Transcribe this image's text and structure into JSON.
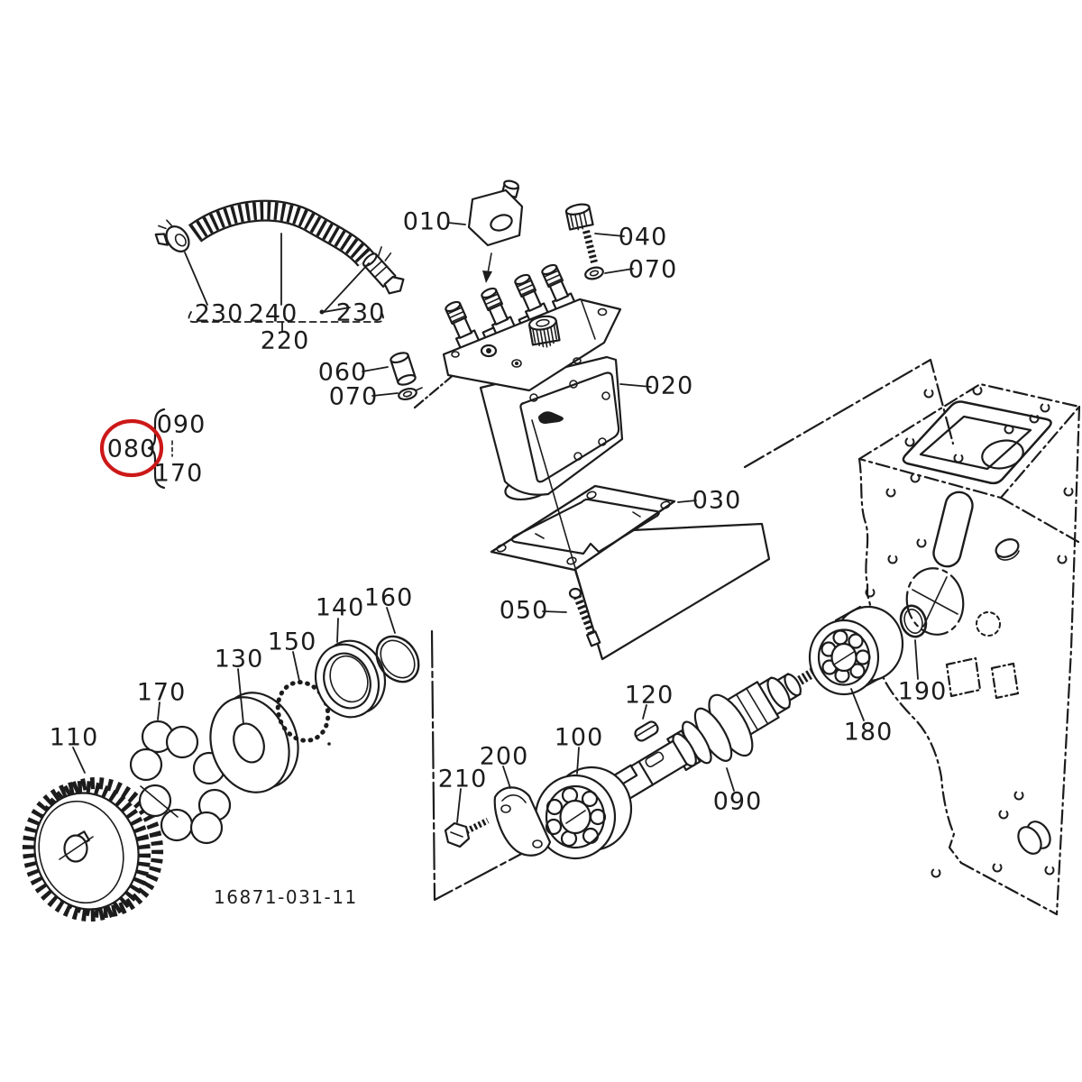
{
  "figure": {
    "drawing_number": "16871-031-11",
    "highlighted_callout": "080",
    "colors": {
      "ink": "#1c1c1c",
      "highlight_red": "#cc1818",
      "background": "#ffffff"
    },
    "callouts": {
      "c010": "010",
      "c020": "020",
      "c030": "030",
      "c040": "040",
      "c050": "050",
      "c060": "060",
      "c070_top": "070",
      "c070_side": "070",
      "c080": "080",
      "c090_bracket": "090",
      "c170_bracket": "170",
      "c090_camshaft": "090",
      "c100": "100",
      "c110": "110",
      "c120": "120",
      "c130": "130",
      "c140": "140",
      "c150": "150",
      "c160": "160",
      "c170_balls": "170",
      "c180": "180",
      "c190": "190",
      "c200": "200",
      "c210": "210",
      "c220": "220",
      "c230_left": "230",
      "c230_right": "230",
      "c240": "240"
    }
  }
}
